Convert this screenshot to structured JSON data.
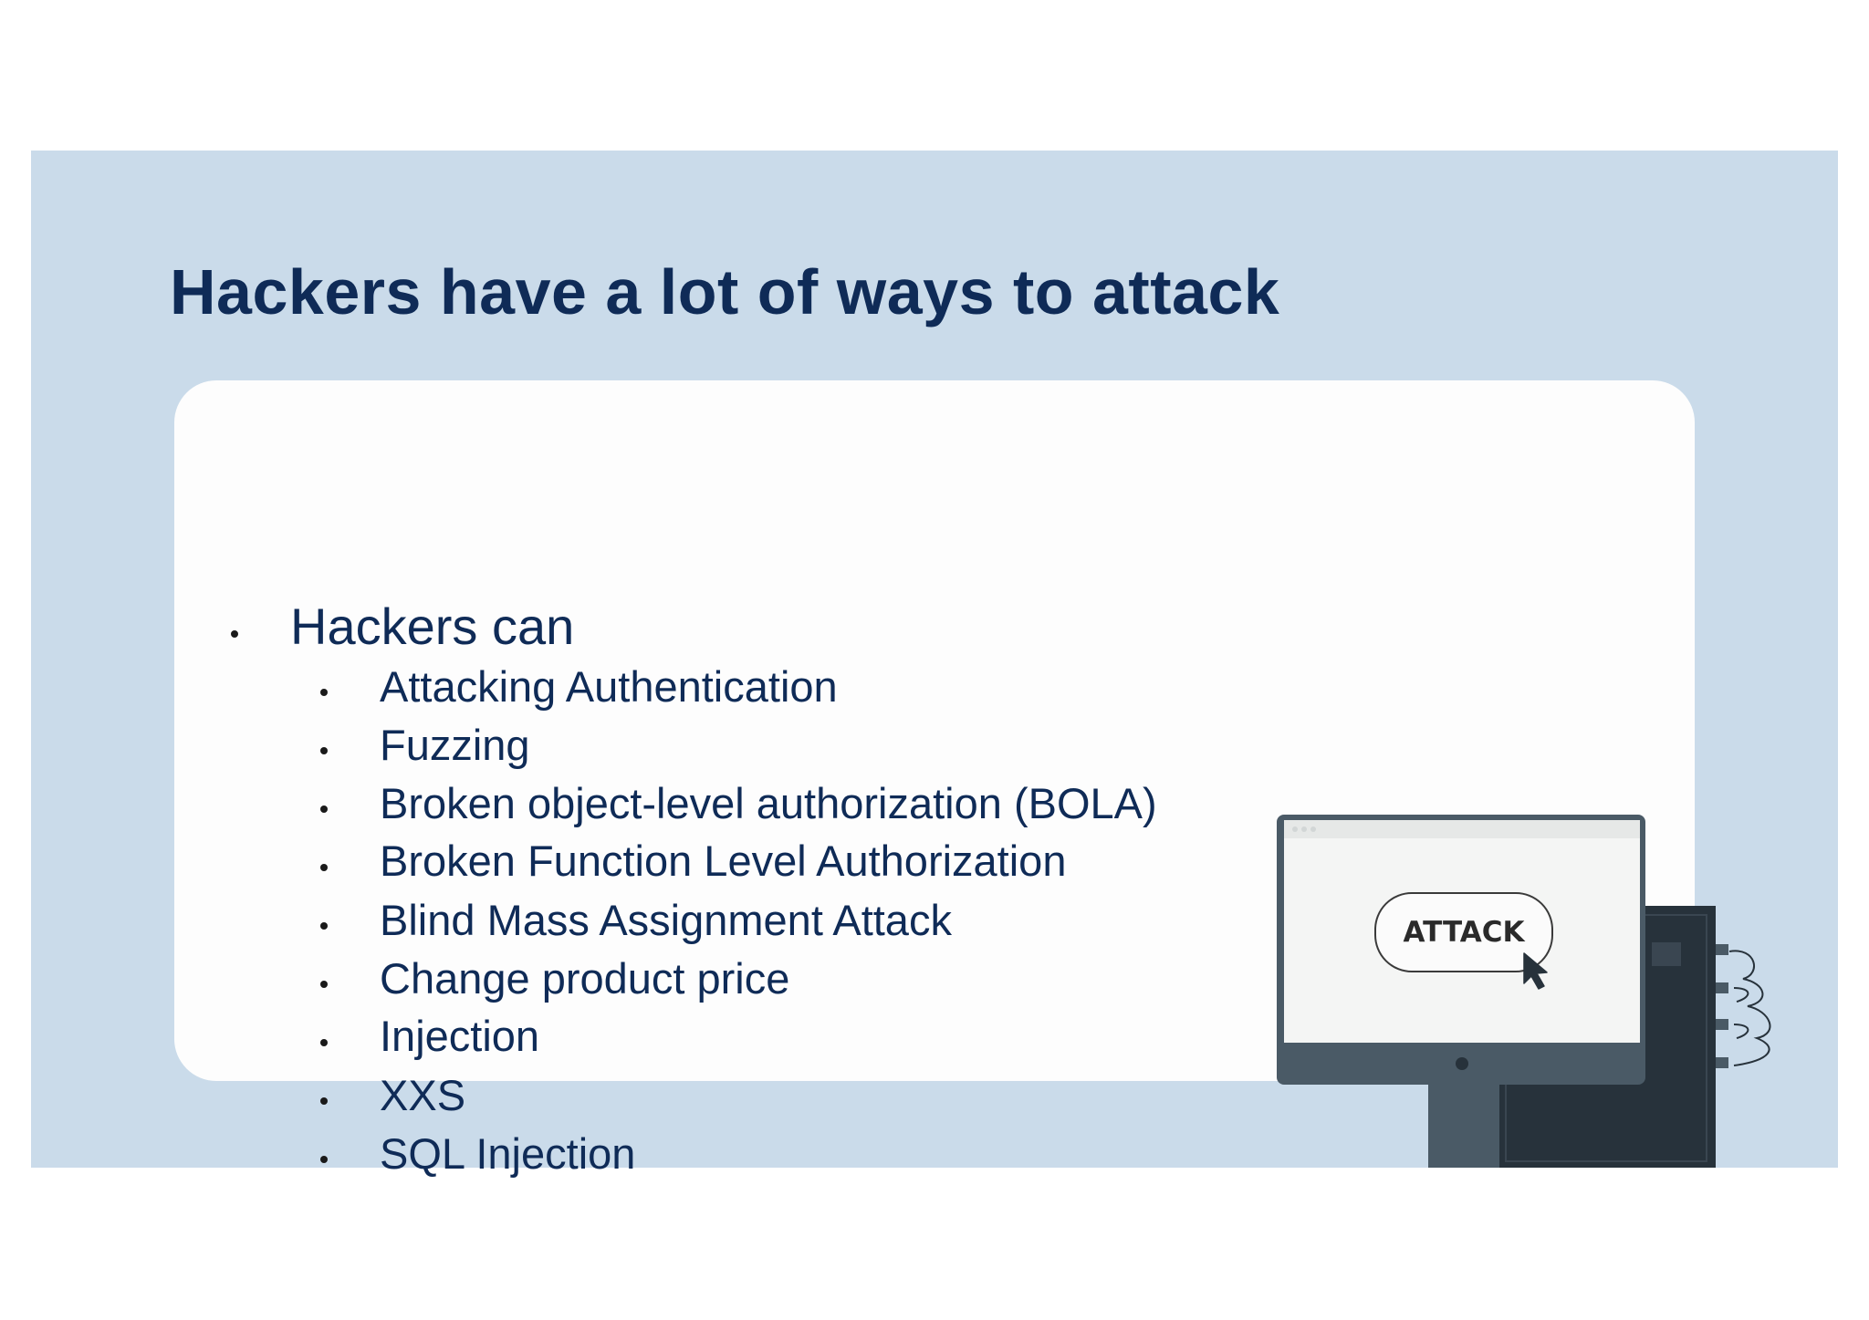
{
  "slide": {
    "title": "Hackers have a lot of ways to attack",
    "list": {
      "heading": "Hackers can",
      "items": [
        "Attacking Authentication",
        "Fuzzing",
        "Broken object-level authorization (BOLA)",
        "Broken Function Level Authorization",
        "Blind Mass Assignment Attack",
        "Change product price",
        "Injection",
        "XXS",
        "SQL Injection"
      ]
    },
    "illustration": {
      "button_label": "ATTACK",
      "icons": [
        "monitor-icon",
        "computer-tower-icon",
        "mouse-cursor-icon"
      ]
    }
  },
  "colors": {
    "background": "#cadbea",
    "panel": "#fdfdfd",
    "title_text": "#0f2b57",
    "body_text": "#0f2b57",
    "monitor_frame": "#4a5a66",
    "tower": "#27323b"
  }
}
